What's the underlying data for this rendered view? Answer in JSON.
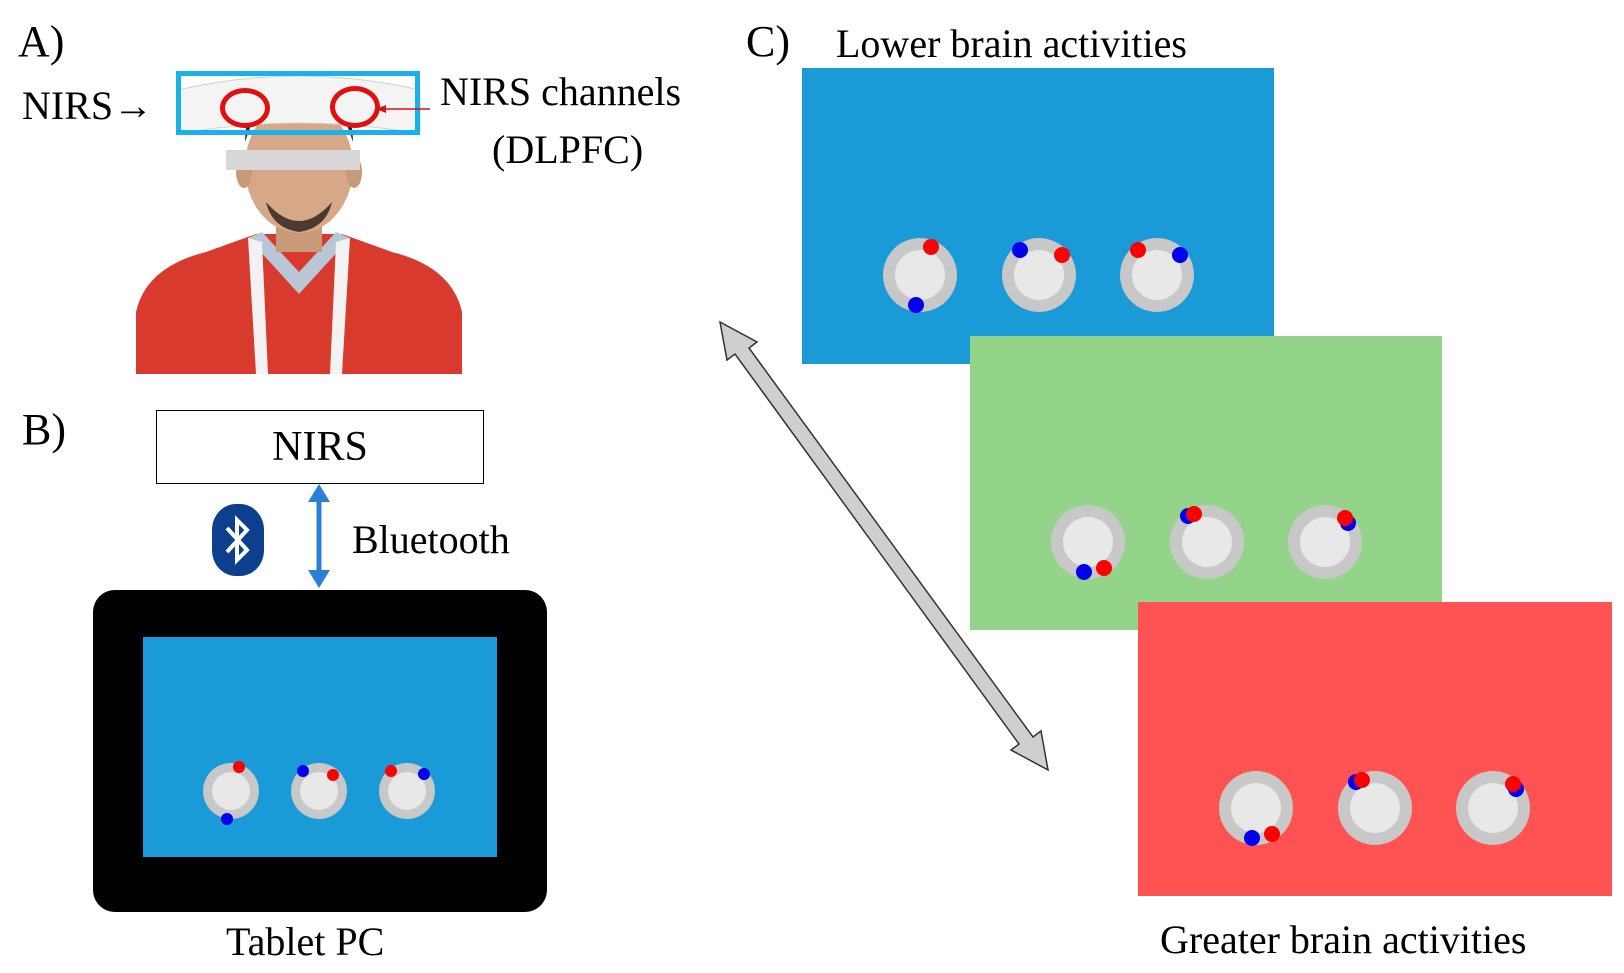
{
  "labels": {
    "panel_a": "A)",
    "panel_b": "B)",
    "panel_c": "C)",
    "nirs_arrow_label": "NIRS→",
    "nirs_channels_line1": "NIRS channels",
    "nirs_channels_line2": "(DLPFC)",
    "nirs_box": "NIRS",
    "bluetooth": "Bluetooth",
    "tablet_pc": "Tablet PC",
    "lower_brain": "Lower brain activities",
    "greater_brain": "Greater brain activities"
  },
  "colors": {
    "screen_blue": "#1a9ad6",
    "screen_green": "#93d48a",
    "screen_red": "#ff5252",
    "highlight_cyan": "#1ab0e8",
    "channel_red": "#e01010",
    "arrow_blue": "#2b7fd4",
    "bluetooth_blue": "#0d3f8f",
    "shirt_red": "#d93a2e"
  },
  "icons": {
    "bluetooth": "bluetooth-icon",
    "double_arrow": "double-arrow-icon",
    "photo": "person-photo"
  }
}
